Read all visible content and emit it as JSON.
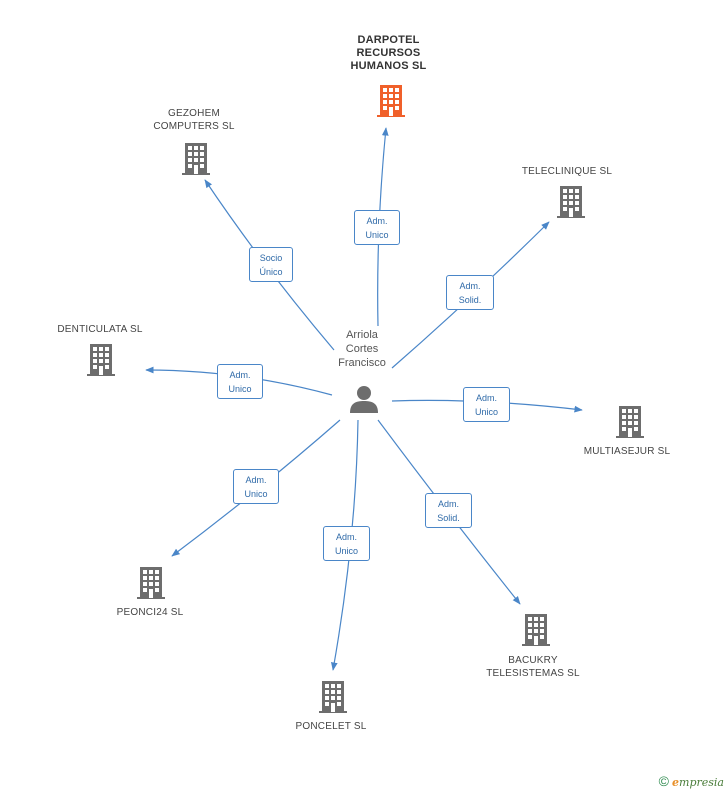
{
  "center": {
    "name": "Arriola\nCortes\nFrancisco",
    "icon": "person-icon"
  },
  "companies": [
    {
      "id": "darpotel",
      "name": "DARPOTEL\nRECURSOS\nHUMANOS SL",
      "highlight": true,
      "relation": "Adm.\nUnico"
    },
    {
      "id": "gezohem",
      "name": "GEZOHEM\nCOMPUTERS  SL",
      "relation": "Socio\nÚnico"
    },
    {
      "id": "teleclinique",
      "name": "TELECLINIQUE SL",
      "relation": "Adm.\nSolid."
    },
    {
      "id": "denticulata",
      "name": "DENTICULATA SL",
      "relation": "Adm.\nUnico"
    },
    {
      "id": "multiasejur",
      "name": "MULTIASEJUR SL",
      "relation": "Adm.\nUnico"
    },
    {
      "id": "peonci24",
      "name": "PEONCI24 SL",
      "relation": "Adm.\nUnico"
    },
    {
      "id": "poncelet",
      "name": "PONCELET SL",
      "relation": "Adm.\nUnico"
    },
    {
      "id": "bacukry",
      "name": "BACUKRY\nTELESISTEMAS SL",
      "relation": "Adm.\nSolid."
    }
  ],
  "colors": {
    "edge": "#4a86c8",
    "building": "#6d6d6d",
    "highlight_building": "#f0602a",
    "person": "#6d6d6d"
  },
  "footer": {
    "copyright": "©",
    "brand_first": "e",
    "brand_rest": "mpresia"
  }
}
